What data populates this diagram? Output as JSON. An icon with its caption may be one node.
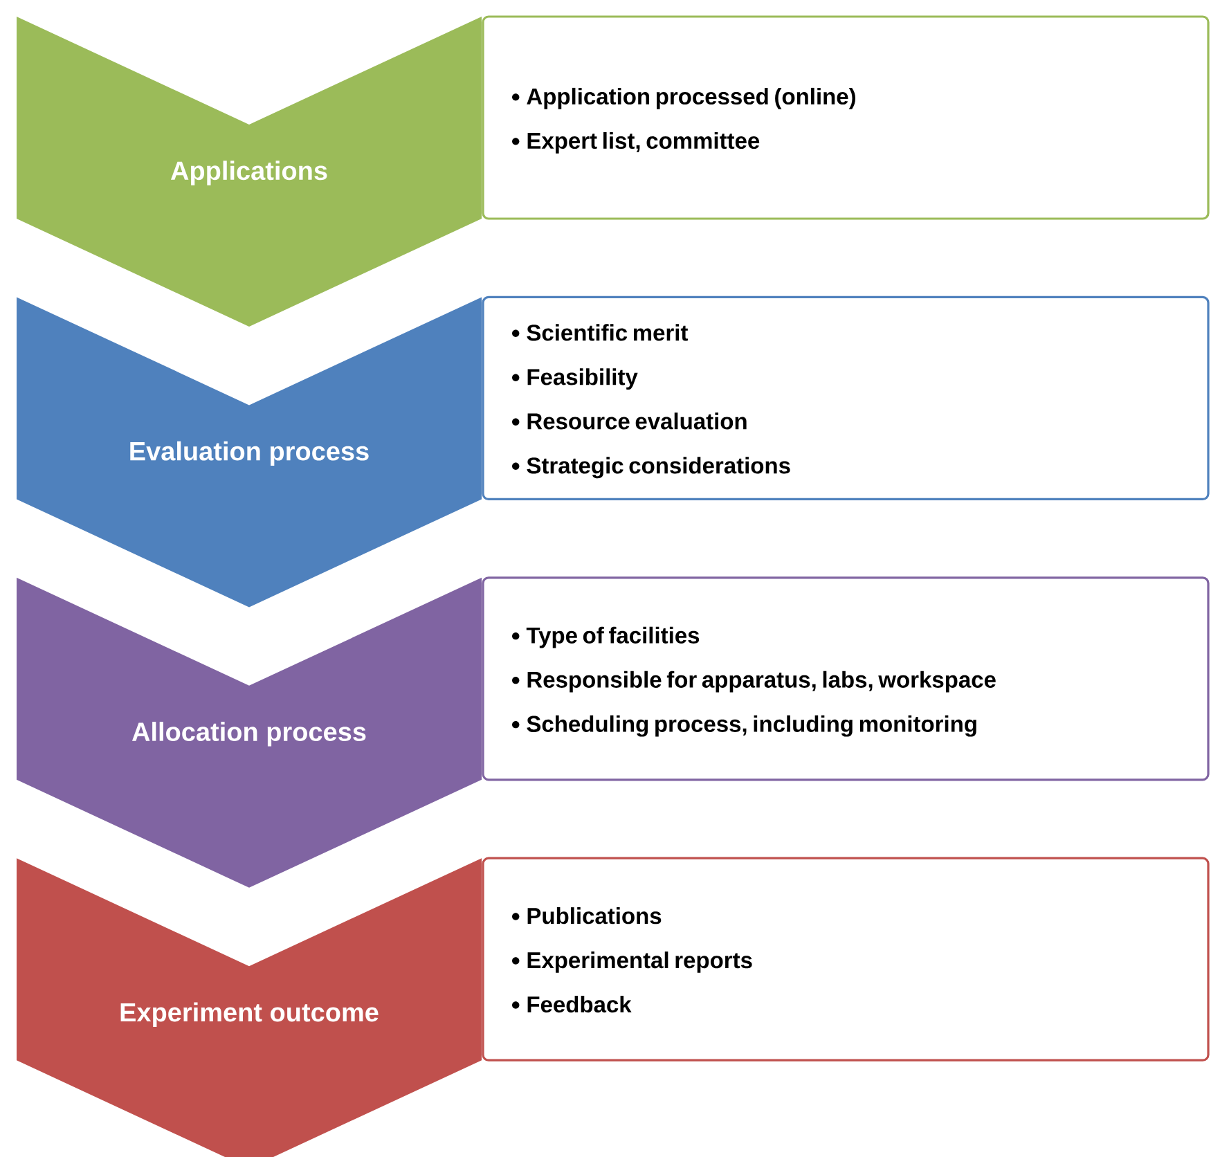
{
  "diagram": {
    "nodes": [
      {
        "text": [
          "Applications"
        ]
      },
      {
        "text": [
          "Application processed (online)",
          "Expert list, committee"
        ]
      },
      {
        "text": [
          "Evaluation process"
        ]
      },
      {
        "text": [
          "Scientific merit",
          "Feasibility",
          "Resource evaluation",
          "Strategic considerations"
        ]
      },
      {
        "text": [
          "Allocation process"
        ]
      },
      {
        "text": [
          "Type of facilities",
          "Responsible for apparatus, labs, workspace",
          "Scheduling process, including monitoring"
        ]
      },
      {
        "text": [
          "Experiment outcome"
        ]
      },
      {
        "text": [
          "Publications",
          "Experimental reports",
          "Feedback"
        ]
      }
    ]
  }
}
